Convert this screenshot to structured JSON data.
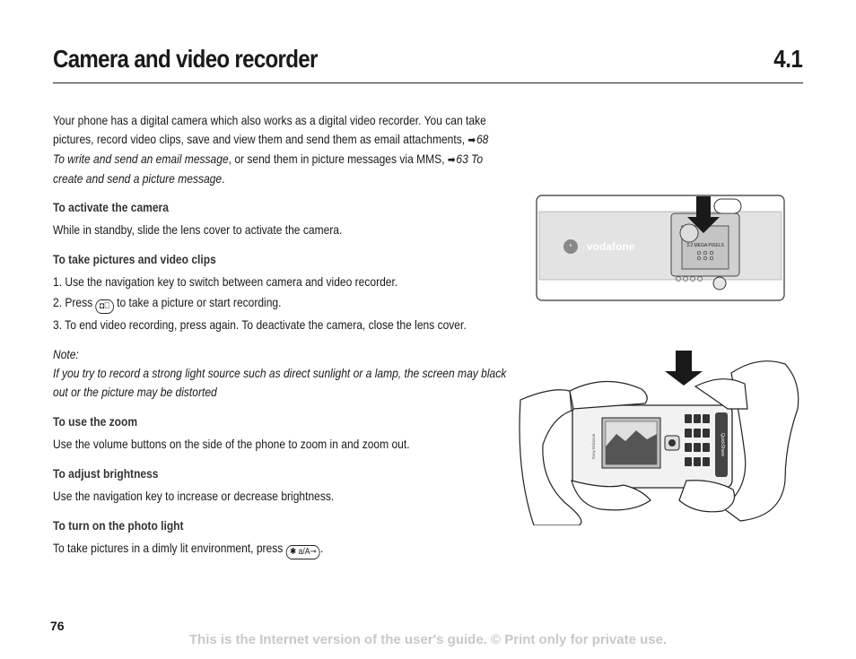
{
  "header": {
    "title": "Camera and video recorder",
    "section": "4.1"
  },
  "intro": {
    "p1": "Your phone has a digital camera which also works as a digital video recorder. You can take pictures, record video clips, save and view them and send them as email attachments, ",
    "xref1": "68 To write and send an email message",
    "p2": ", or send them in picture messages via MMS, ",
    "xref2": "63 To create and send a picture message",
    "p3": "."
  },
  "sections": {
    "activate": {
      "heading": "To activate the camera",
      "body": "While in standby, slide the lens cover to activate the camera."
    },
    "take": {
      "heading": "To take pictures and video clips",
      "step1": "1. Use the navigation key to switch between camera and video recorder.",
      "step2a": "2. Press",
      "step2b": "to take a picture or start recording.",
      "step3": "3. To end video recording, press again. To deactivate the camera, close the lens cover."
    },
    "note": {
      "label": "Note:",
      "text": "If you try to record a strong light source such as direct sunlight or a lamp, the screen may black out or the picture may be distorted"
    },
    "zoom": {
      "heading": "To use the zoom",
      "body": "Use the volume buttons on the side of the phone to zoom in and zoom out."
    },
    "brightness": {
      "heading": "To adjust brightness",
      "body": "Use the navigation key to increase or decrease brightness."
    },
    "light": {
      "heading": "To turn on the photo light",
      "body": "To take pictures in a dimly lit environment, press",
      "end": "."
    }
  },
  "keys": {
    "star": "✱ a/A⊸"
  },
  "illustration": {
    "brand": "vodafone",
    "megapixel": "3.2 MEGA PIXELS",
    "phone_brand": "Sony Ericsson",
    "quickshare": "QuickShare"
  },
  "footer": {
    "page_number": "76",
    "notice": "This is the Internet version of the user's guide. © Print only for private use."
  }
}
